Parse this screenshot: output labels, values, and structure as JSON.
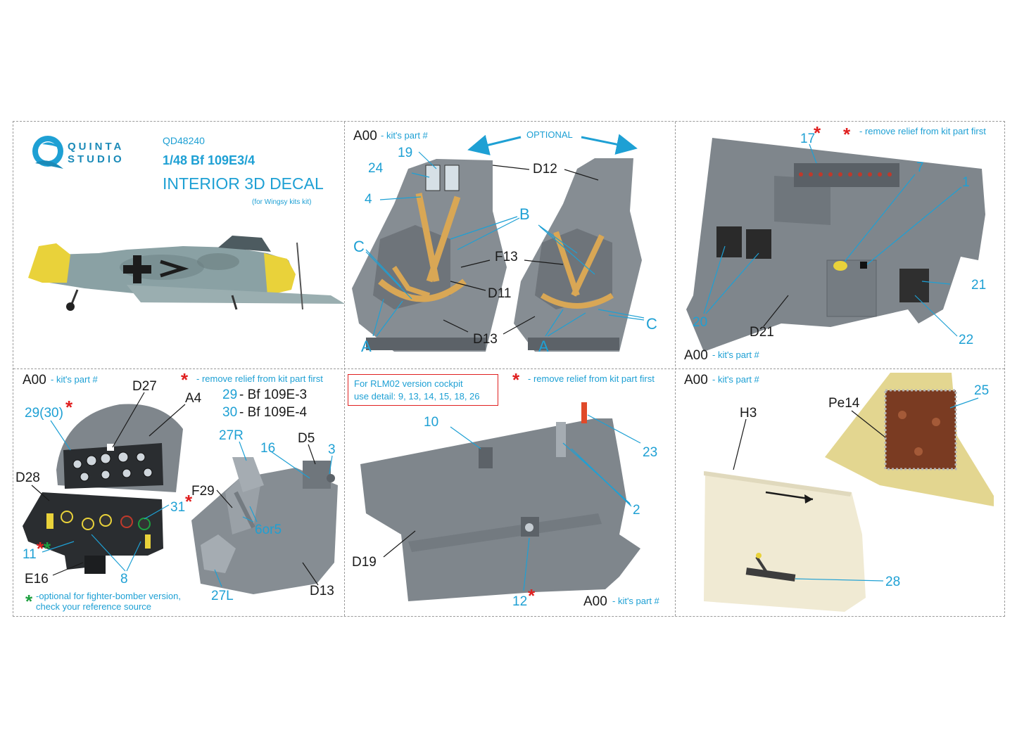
{
  "header": {
    "brand_line1": "QUINTA",
    "brand_line2": "STUDIO",
    "product_code": "QD48240",
    "model": "1/48 Bf 109E3/4",
    "product_type": "INTERIOR 3D DECAL",
    "kit_note": "(for Wingsy kits kit)"
  },
  "legend": {
    "kit_part_code": "A00",
    "kit_part_text": "- kit's part #",
    "remove_relief": "- remove relief from kit part first",
    "optional": "OPTIONAL"
  },
  "panel_seats": {
    "labels": [
      "19",
      "24",
      "4",
      "D12",
      "B",
      "C",
      "F13",
      "D11",
      "D13",
      "A",
      "C",
      "A"
    ]
  },
  "panel_right_wall": {
    "labels": [
      "17",
      "7",
      "1",
      "20",
      "D21",
      "21",
      "22"
    ]
  },
  "panel_dash": {
    "labels": [
      "29(30)",
      "D27",
      "A4",
      "D28",
      "31",
      "11",
      "E16",
      "8"
    ],
    "variant_29": "29",
    "variant_29_text": "- Bf 109E-3",
    "variant_30": "30",
    "variant_30_text": "- Bf 109E-4",
    "optional_note_line1": "-optional for fighter-bomber version,",
    "optional_note_line2": "check your reference source"
  },
  "panel_floor": {
    "labels": [
      "27R",
      "16",
      "D5",
      "3",
      "F29",
      "6or5",
      "27L",
      "D13"
    ]
  },
  "panel_left_wall": {
    "note_line1": "For RLM02 version cockpit",
    "note_line2": "use detail: 9, 13, 14, 15, 18, 26",
    "labels": [
      "10",
      "23",
      "2",
      "D19",
      "12"
    ]
  },
  "panel_rear": {
    "labels": [
      "H3",
      "Pe14",
      "25",
      "28"
    ]
  },
  "colors": {
    "accent": "#1ea0d4",
    "warning": "#e02020",
    "optional": "#1ea040",
    "part_grey": "#7f868c",
    "belt": "#d9a755",
    "yellow_nose": "#e9d23a",
    "leather": "#7a3b22",
    "panel_cream": "#f0ead3"
  }
}
